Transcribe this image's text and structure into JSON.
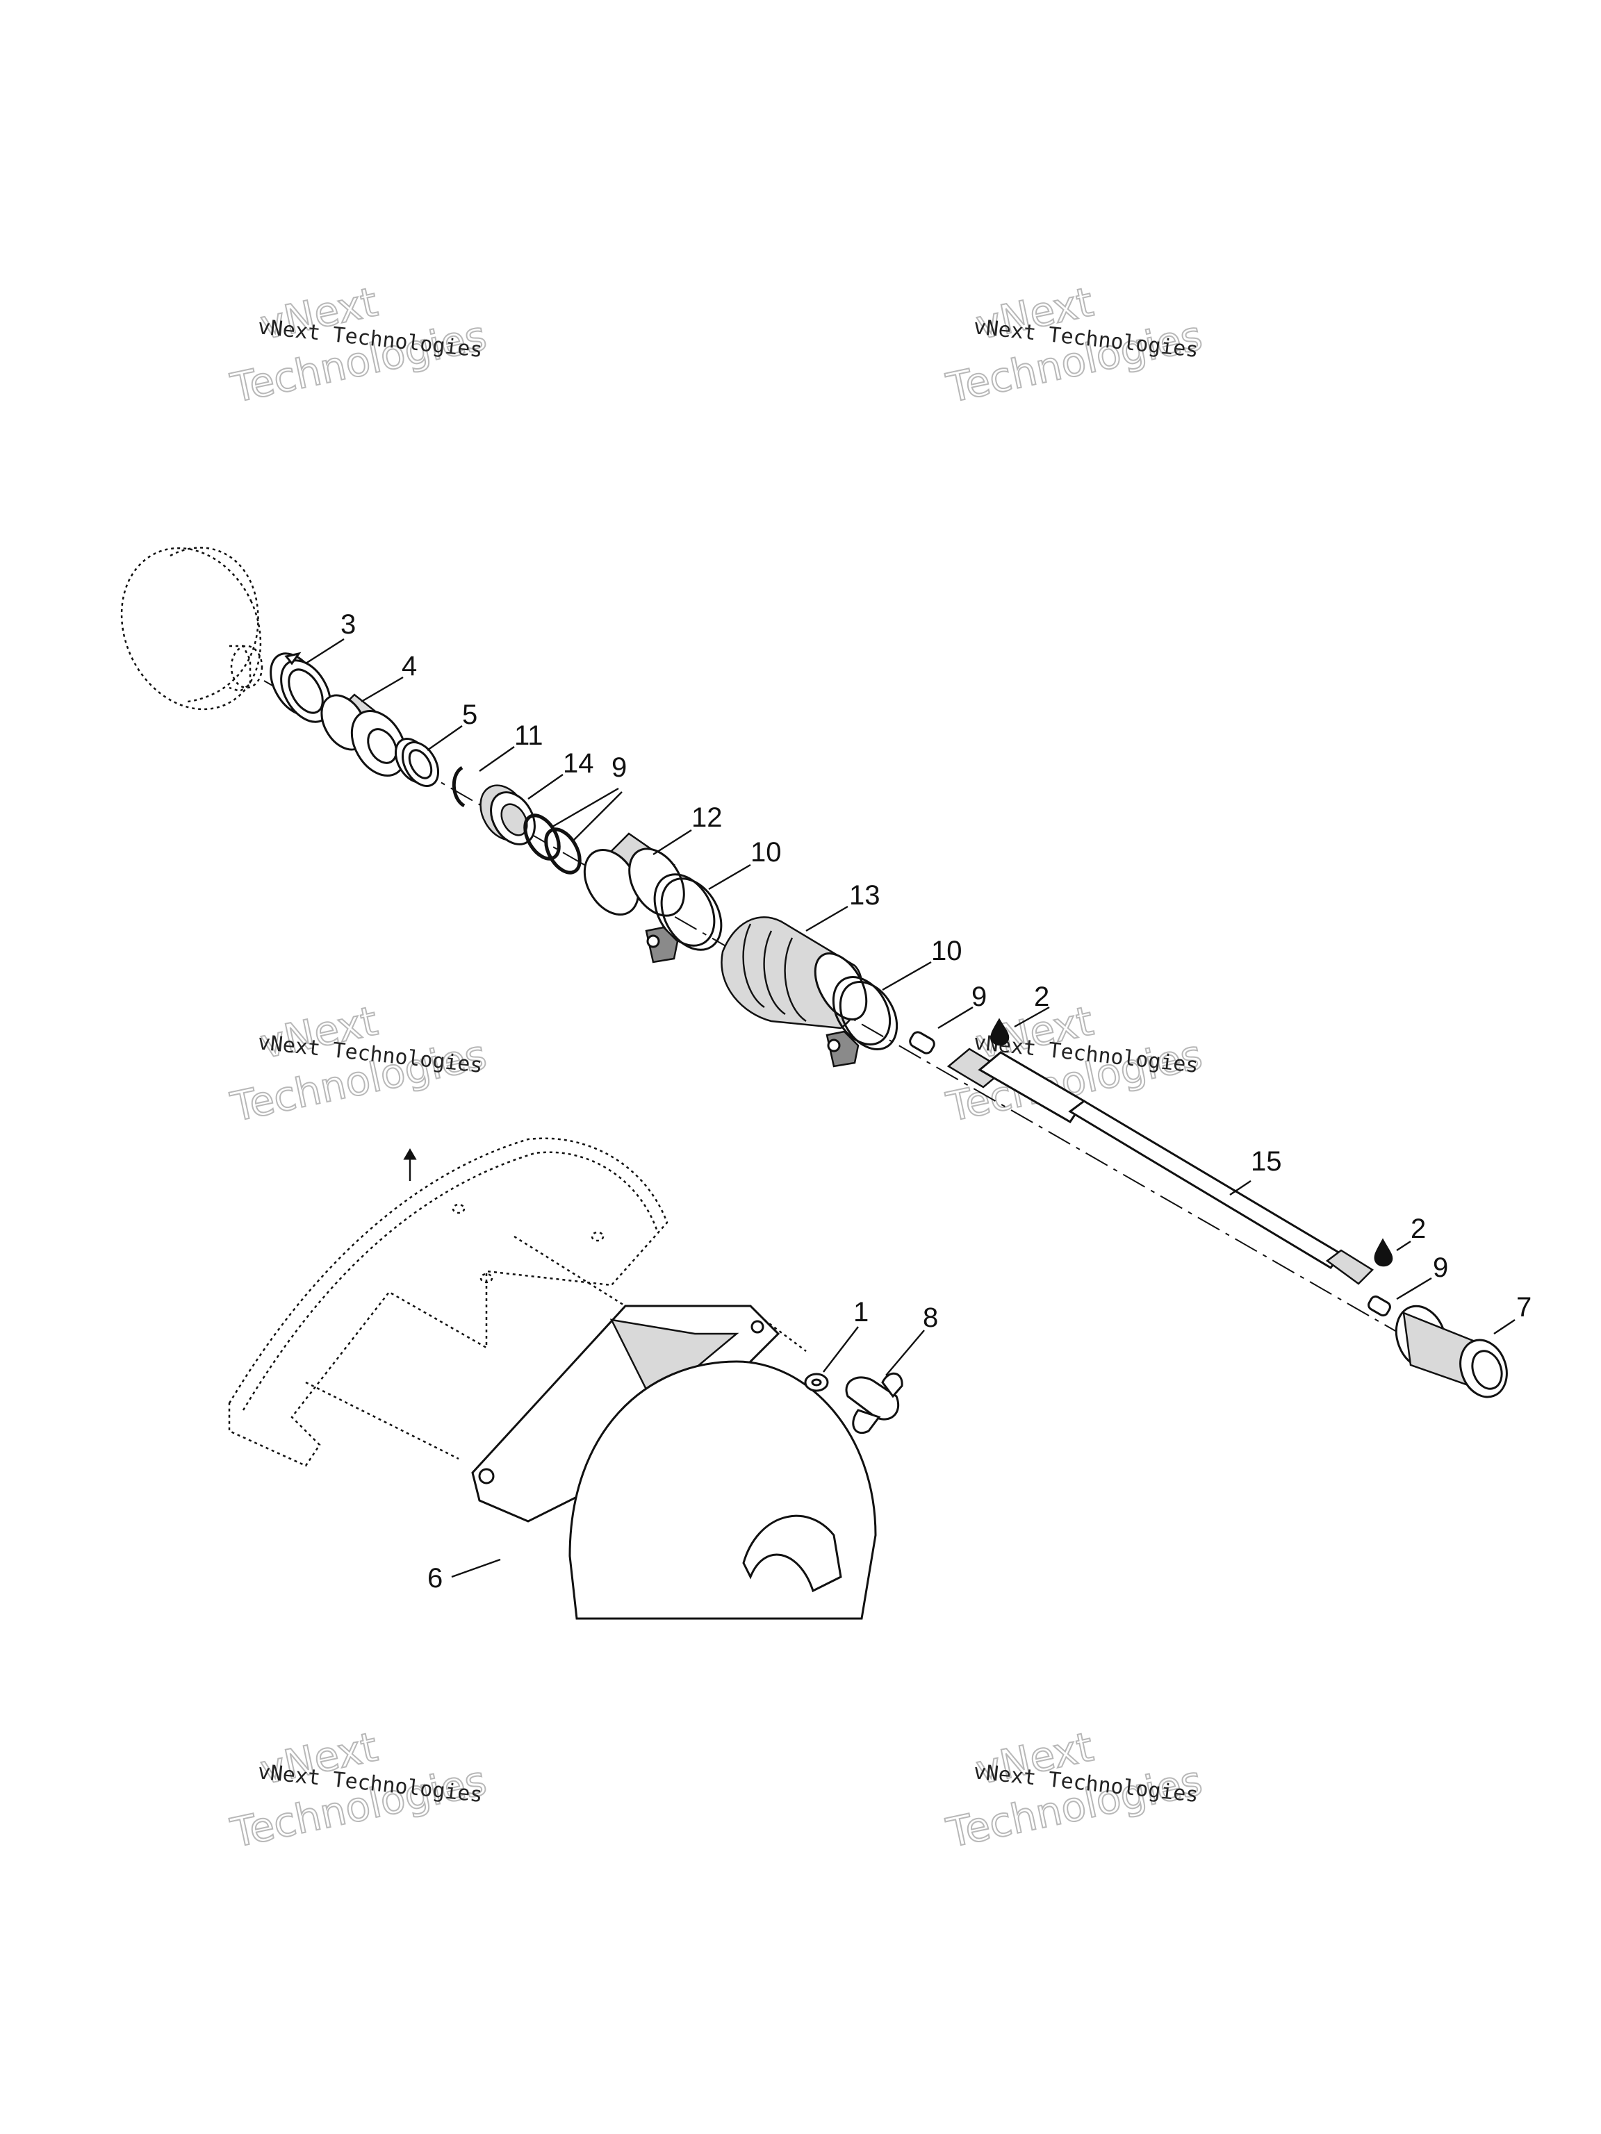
{
  "watermarks": [
    {
      "top": "vNext",
      "middle": "vNext Technologies",
      "bottom": "Technologies"
    },
    {
      "top": "vNext",
      "middle": "vNext Technologies",
      "bottom": "Technologies"
    },
    {
      "top": "vNext",
      "middle": "vNext Technologies",
      "bottom": "Technologies"
    },
    {
      "top": "vNext",
      "middle": "vNext Technologies",
      "bottom": "Technologies"
    },
    {
      "top": "vNext",
      "middle": "vNext Technologies",
      "bottom": "Technologies"
    },
    {
      "top": "vNext",
      "middle": "vNext Technologies",
      "bottom": "Technologies"
    }
  ],
  "callouts": {
    "c1": "1",
    "c2a": "2",
    "c2b": "2",
    "c3": "3",
    "c4": "4",
    "c5": "5",
    "c6": "6",
    "c7": "7",
    "c8": "8",
    "c9a": "9",
    "c9b": "9",
    "c9c": "9",
    "c10a": "10",
    "c10b": "10",
    "c11": "11",
    "c12": "12",
    "c13": "13",
    "c14": "14",
    "c15": "15"
  }
}
